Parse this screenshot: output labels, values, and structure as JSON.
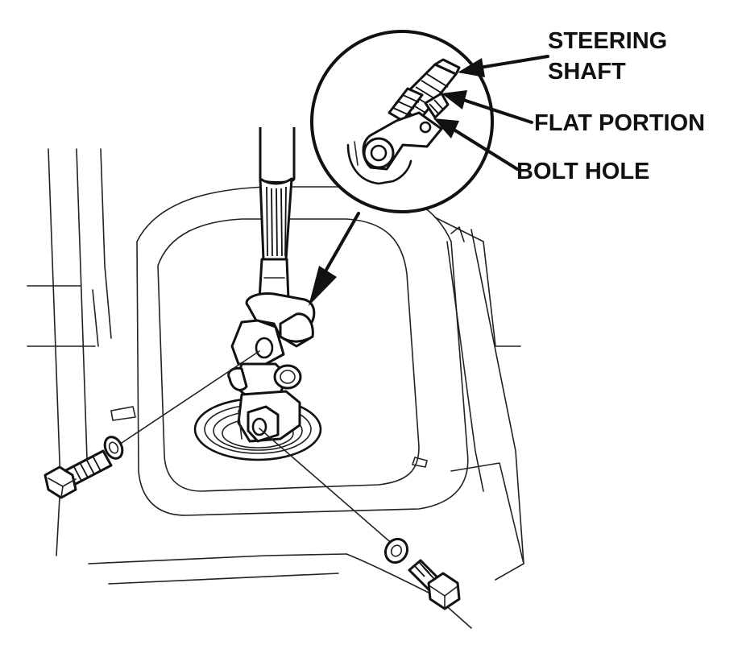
{
  "labels": {
    "steering_shaft_line1": "STEERING",
    "steering_shaft_line2": "SHAFT",
    "flat_portion": "FLAT PORTION",
    "bolt_hole": "BOLT HOLE"
  },
  "colors": {
    "ink": "#111111",
    "background": "#ffffff"
  }
}
